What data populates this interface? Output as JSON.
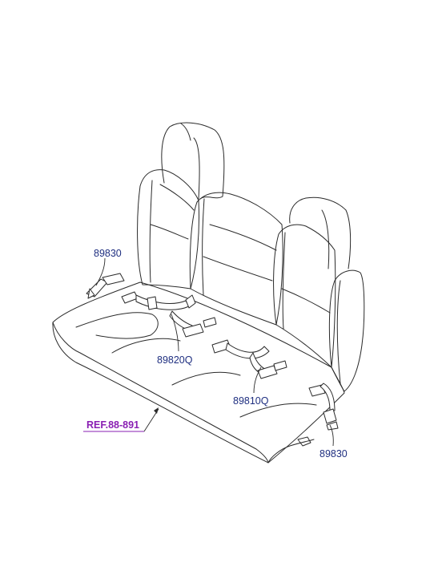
{
  "parts": [
    {
      "id": "anchor-left",
      "label": "89830"
    },
    {
      "id": "belt-center-left",
      "label": "89820Q"
    },
    {
      "id": "belt-center-right",
      "label": "89810Q"
    },
    {
      "id": "anchor-right",
      "label": "89830"
    }
  ],
  "reference": {
    "label": "REF.88-891"
  },
  "colors": {
    "label": "#1f2f80",
    "reference": "#8a1fb3",
    "line": "#2a2a2a"
  }
}
